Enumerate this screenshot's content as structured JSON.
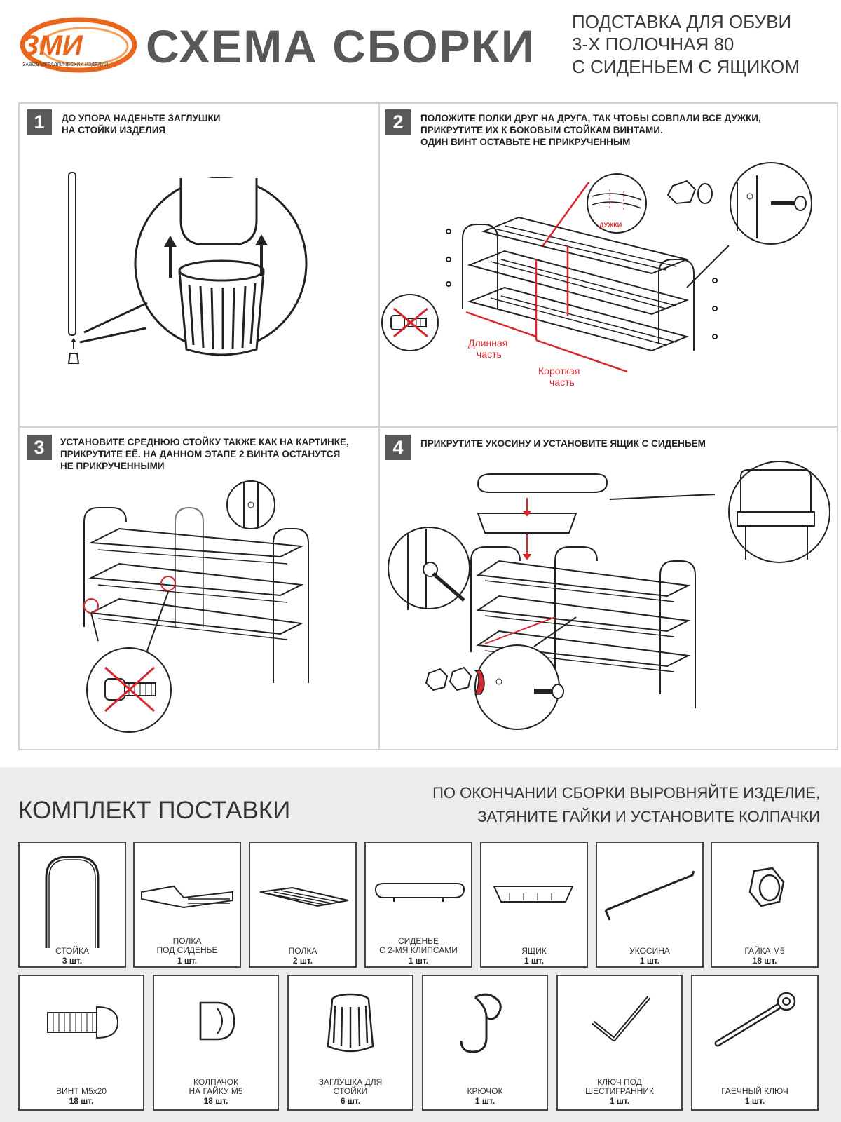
{
  "header": {
    "logo_text": "ЗМИ",
    "logo_caption": "ЗАВОД МЕТАЛЛИЧЕСКИХ ИЗДЕЛИЙ",
    "title": "СХЕМА СБОРКИ",
    "subtitle_lines": [
      "ПОДСТАВКА ДЛЯ ОБУВИ",
      "3-Х ПОЛОЧНАЯ 80",
      "С СИДЕНЬЕМ С ЯЩИКОМ"
    ]
  },
  "steps": [
    {
      "number": "1",
      "lines": [
        "ДО УПОРА НАДЕНЬТЕ ЗАГЛУШКИ",
        "НА СТОЙКИ ИЗДЕЛИЯ"
      ]
    },
    {
      "number": "2",
      "lines": [
        "ПОЛОЖИТЕ ПОЛКИ ДРУГ НА ДРУГА, ТАК ЧТОБЫ СОВПАЛИ ВСЕ ДУЖКИ,",
        "ПРИКРУТИТЕ ИХ К БОКОВЫМ СТОЙКАМ  ВИНТАМИ.",
        "ОДИН ВИНТ ОСТАВЬТЕ НЕ ПРИКРУЧЕННЫМ"
      ],
      "label_arcs": "ДУЖКИ",
      "label_long": [
        "Длинная",
        "часть"
      ],
      "label_short": [
        "Короткая",
        "часть"
      ]
    },
    {
      "number": "3",
      "lines": [
        "УСТАНОВИТЕ СРЕДНЮЮ СТОЙКУ ТАКЖЕ КАК НА КАРТИНКЕ,",
        "ПРИКРУТИТЕ ЕЁ. НА ДАННОМ ЭТАПЕ 2 ВИНТА ОСТАНУТСЯ",
        "НЕ ПРИКРУЧЕННЫМИ"
      ]
    },
    {
      "number": "4",
      "lines": [
        "ПРИКРУТИТЕ УКОСИНУ И  УСТАНОВИТЕ ЯЩИК С СИДЕНЬЕМ"
      ]
    }
  ],
  "kit": {
    "title": "КОМПЛЕКТ ПОСТАВКИ",
    "final_lines": [
      "ПО ОКОНЧАНИИ СБОРКИ ВЫРОВНЯЙТЕ ИЗДЕЛИЕ,",
      "ЗАТЯНИТЕ ГАЙКИ И УСТАНОВИТЕ КОЛПАЧКИ"
    ],
    "row1": [
      {
        "name": [
          "СТОЙКА"
        ],
        "qty": "3 шт.",
        "icon": "stand-icon"
      },
      {
        "name": [
          "ПОЛКА",
          "ПОД СИДЕНЬЕ"
        ],
        "qty": "1 шт.",
        "icon": "seat-shelf-icon"
      },
      {
        "name": [
          "ПОЛКА"
        ],
        "qty": "2 шт.",
        "icon": "shelf-icon"
      },
      {
        "name": [
          "СИДЕНЬЕ",
          "С 2-МЯ КЛИПСАМИ"
        ],
        "qty": "1 шт.",
        "icon": "seat-icon"
      },
      {
        "name": [
          "ЯЩИК"
        ],
        "qty": "1 шт.",
        "icon": "box-icon"
      },
      {
        "name": [
          "УКОСИНА"
        ],
        "qty": "1 шт.",
        "icon": "brace-icon"
      },
      {
        "name": [
          "ГАЙКА М5"
        ],
        "qty": "18 шт.",
        "icon": "nut-icon"
      }
    ],
    "row2": [
      {
        "name": [
          "ВИНТ М5х20"
        ],
        "qty": "18 шт.",
        "icon": "screw-icon"
      },
      {
        "name": [
          "КОЛПАЧОК",
          "НА ГАЙКУ М5"
        ],
        "qty": "18 шт.",
        "icon": "nut-cap-icon"
      },
      {
        "name": [
          "ЗАГЛУШКА ДЛЯ",
          "СТОЙКИ"
        ],
        "qty": "6 шт.",
        "icon": "foot-cap-icon"
      },
      {
        "name": [
          "КРЮЧОК"
        ],
        "qty": "1 шт.",
        "icon": "hook-icon"
      },
      {
        "name": [
          "КЛЮЧ ПОД",
          "ШЕСТИГРАННИК"
        ],
        "qty": "1 шт.",
        "icon": "hex-key-icon"
      },
      {
        "name": [
          "ГАЕЧНЫЙ КЛЮЧ"
        ],
        "qty": "1 шт.",
        "icon": "wrench-icon"
      }
    ]
  },
  "colors": {
    "accent_red": "#d8262e",
    "logo_orange": "#e8671c",
    "title_gray": "#585858",
    "band_gray": "#ececec"
  }
}
